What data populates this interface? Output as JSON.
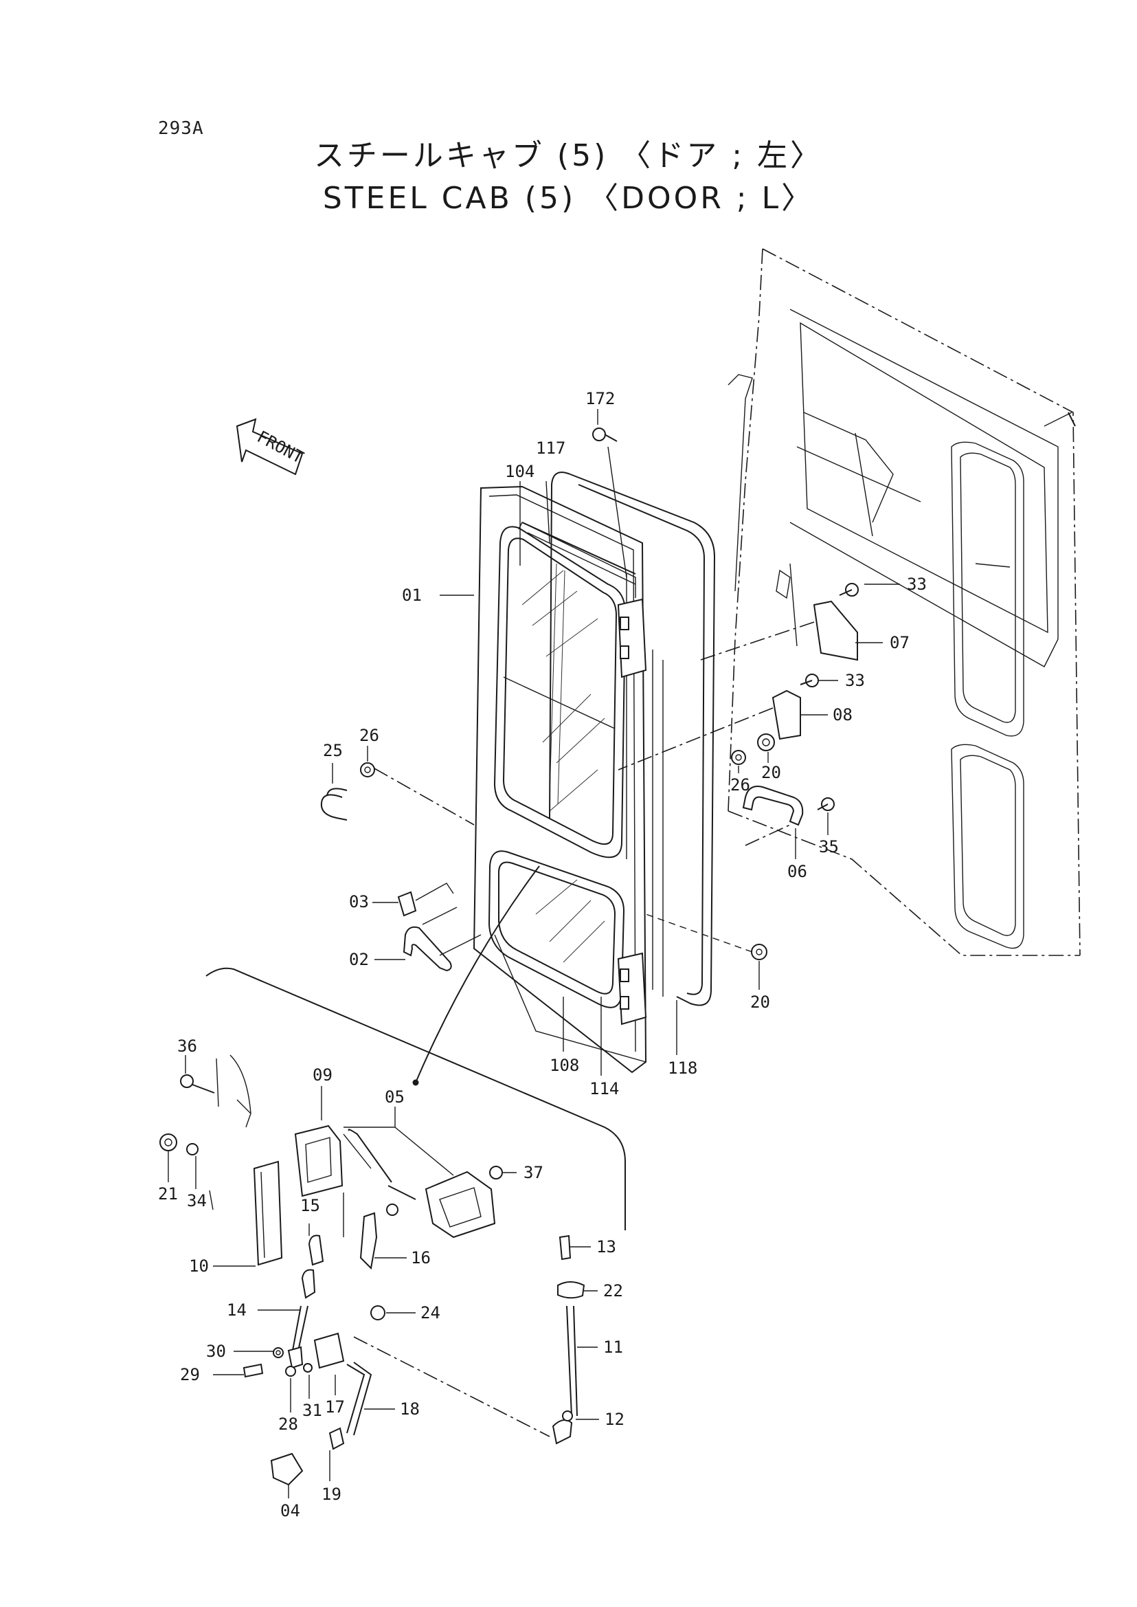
{
  "page_code": "293A",
  "title_jp": "スチールキャブ (5) 〈ドア ; 左〉",
  "title_en": "STEEL CAB (5) 〈DOOR ; L〉",
  "front_label": "FRONT",
  "parts": {
    "p172": "172",
    "p104": "104",
    "p117": "117",
    "p01": "01",
    "p33a": "33",
    "p07": "07",
    "p33b": "33",
    "p08": "08",
    "p26a": "26",
    "p25": "25",
    "p20a": "20",
    "p26b": "26",
    "p06": "06",
    "p35": "35",
    "p03": "03",
    "p02": "02",
    "p20b": "20",
    "p108": "108",
    "p114": "114",
    "p118": "118",
    "p36": "36",
    "p09": "09",
    "p05": "05",
    "p21": "21",
    "p34": "34",
    "p37": "37",
    "p15": "15",
    "p16": "16",
    "p10": "10",
    "p13": "13",
    "p22": "22",
    "p14": "14",
    "p24": "24",
    "p30": "30",
    "p11": "11",
    "p29": "29",
    "p17": "17",
    "p31": "31",
    "p28": "28",
    "p18": "18",
    "p12": "12",
    "p19": "19",
    "p04": "04"
  }
}
